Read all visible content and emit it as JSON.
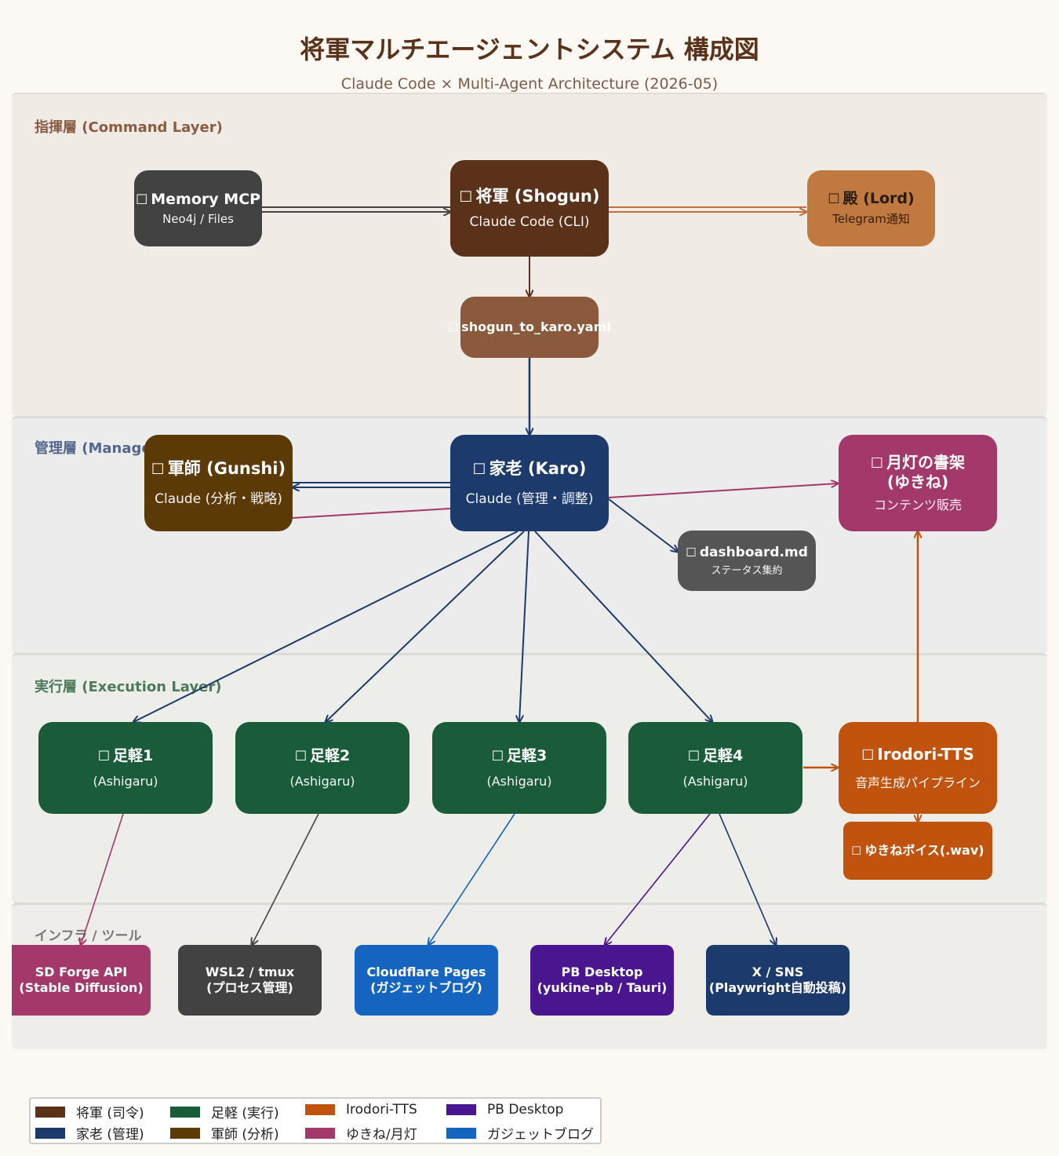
{
  "title": "将軍マルチエージェントシステム 構成図",
  "subtitle": "Claude Code × Multi-Agent Architecture (2026-05)",
  "layers": {
    "command": "指揮層 (Command Layer)",
    "management": "管理層 (Manage",
    "execution": "実行層 (Execution Layer)",
    "infra": "インフラ / ツール"
  },
  "nodes": {
    "memory": {
      "title": "Memory MCP",
      "sub": "Neo4j / Files"
    },
    "shogun": {
      "title": "将軍 (Shogun)",
      "sub": "Claude Code (CLI)"
    },
    "lord": {
      "title": "殿 (Lord)",
      "sub": "Telegram通知"
    },
    "yaml": {
      "title": "shogun_to_karo.yaml"
    },
    "gunshi": {
      "title": "軍師 (Gunshi)",
      "sub": "Claude (分析・戦略)"
    },
    "karo": {
      "title": "家老 (Karo)",
      "sub": "Claude (管理・調整)"
    },
    "shoka": {
      "title": "月灯の書架\n(ゆきね)",
      "sub": "コンテンツ販売"
    },
    "dashboard": {
      "title": "dashboard.md",
      "sub": "ステータス集約"
    },
    "ashigaru1": {
      "title": "足軽1",
      "sub": "(Ashigaru)"
    },
    "ashigaru2": {
      "title": "足軽2",
      "sub": "(Ashigaru)"
    },
    "ashigaru3": {
      "title": "足軽3",
      "sub": "(Ashigaru)"
    },
    "ashigaru4": {
      "title": "足軽4",
      "sub": "(Ashigaru)"
    },
    "tts": {
      "title": "Irodori-TTS",
      "sub": "音声生成パイプライン"
    },
    "voice": {
      "title": "ゆきねボイス(.wav)"
    }
  },
  "tools": {
    "sdforge": "SD Forge API\n(Stable Diffusion)",
    "wsl": "WSL2 / tmux\n(プロセス管理)",
    "cloudflare": "Cloudflare Pages\n(ガジェットブログ)",
    "pbdesktop": "PB Desktop\n(yukine-pb / Tauri)",
    "xsns": "X / SNS\n(Playwright自動投稿)"
  },
  "icons": {
    "node": "box-glyph"
  },
  "legend": [
    {
      "label": "将軍 (司令)",
      "color": "#5a3219"
    },
    {
      "label": "家老 (管理)",
      "color": "#1c3a6b"
    },
    {
      "label": "足軽 (実行)",
      "color": "#1a5c3a"
    },
    {
      "label": "軍師 (分析)",
      "color": "#5c3a08"
    },
    {
      "label": "Irodori-TTS",
      "color": "#c0530d"
    },
    {
      "label": "ゆきね/月灯",
      "color": "#a3386a"
    },
    {
      "label": "PB Desktop",
      "color": "#4a1690"
    },
    {
      "label": "ガジェットブログ",
      "color": "#1565c0"
    }
  ]
}
